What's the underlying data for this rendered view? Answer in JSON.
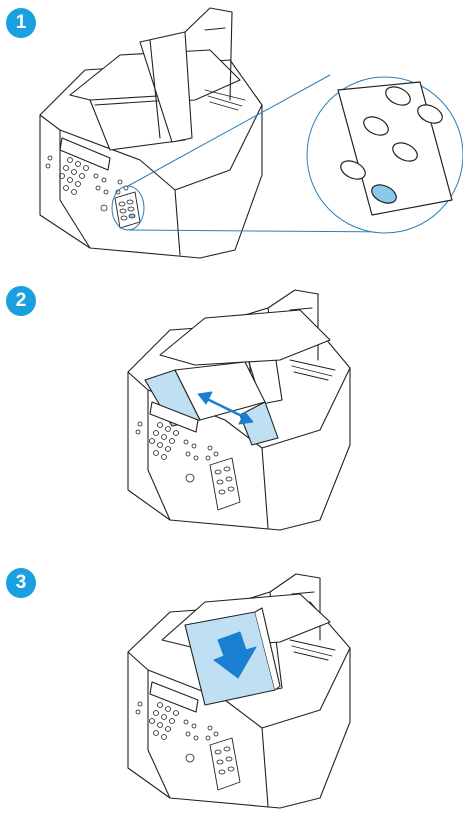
{
  "steps": [
    {
      "number": "1"
    },
    {
      "number": "2"
    },
    {
      "number": "3"
    }
  ],
  "colors": {
    "badge": "#1aa0e0",
    "highlight": "#bfe0f2",
    "highlight_strong": "#8cc8ea",
    "callout_line": "#2a7fb8",
    "arrow": "#1a7fd0",
    "line": "#222222"
  },
  "icons": [
    "fax-machine-illustration",
    "control-panel-callout",
    "paper-guide-arrow",
    "paper-insert-arrow"
  ]
}
